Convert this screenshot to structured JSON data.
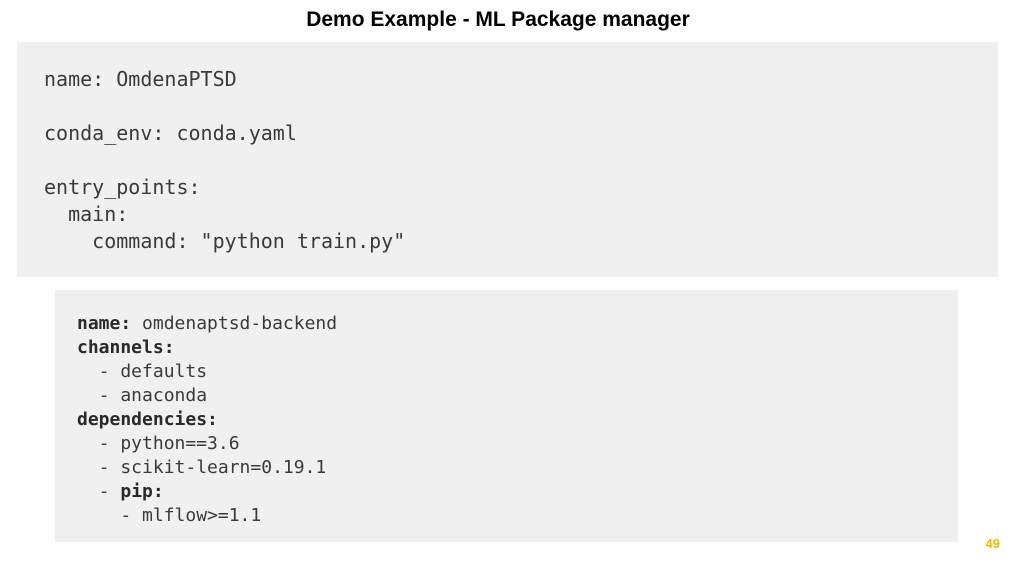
{
  "slide": {
    "title": "Demo Example - ML Package manager",
    "page_number": "49"
  },
  "mlproject": {
    "lines": [
      "name: OmdenaPTSD",
      "",
      "conda_env: conda.yaml",
      "",
      "entry_points:",
      "  main:",
      "    command: \"python train.py\""
    ]
  },
  "conda": {
    "name_key": "name:",
    "name_value": " omdenaptsd-backend",
    "channels_key": "channels:",
    "channel_1": "  - defaults",
    "channel_2": "  - anaconda",
    "dependencies_key": "dependencies:",
    "dep_1": "  - python==3.6",
    "dep_2": "  - scikit-learn=0.19.1",
    "dep_3_prefix": "  - ",
    "dep_3_key": "pip:",
    "pip_dep_1": "    - mlflow>=1.1"
  },
  "colors": {
    "code_background": "#f0f0f0",
    "page_number": "#f5b800"
  }
}
